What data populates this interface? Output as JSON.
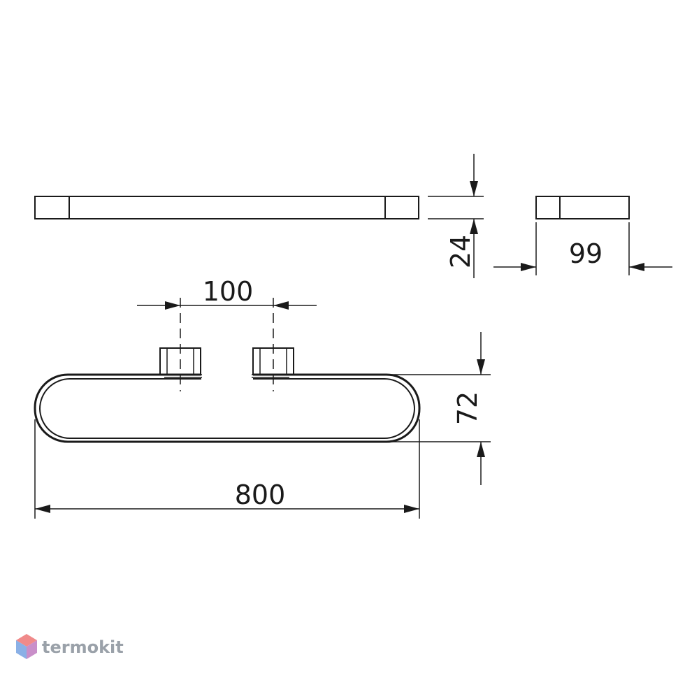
{
  "dimensions": {
    "overall_length": "800",
    "mount_spacing": "100",
    "height": "72",
    "thickness": "24",
    "depth": "99"
  },
  "brand": {
    "name": "termokit",
    "logo_icon": "cube-logo-icon"
  },
  "colors": {
    "line": "#1a1a1a",
    "brand_text": "#9aa1a9",
    "logo_top": "#f08a8a",
    "logo_left": "#8ab0e6",
    "logo_right": "#c98fc9"
  }
}
